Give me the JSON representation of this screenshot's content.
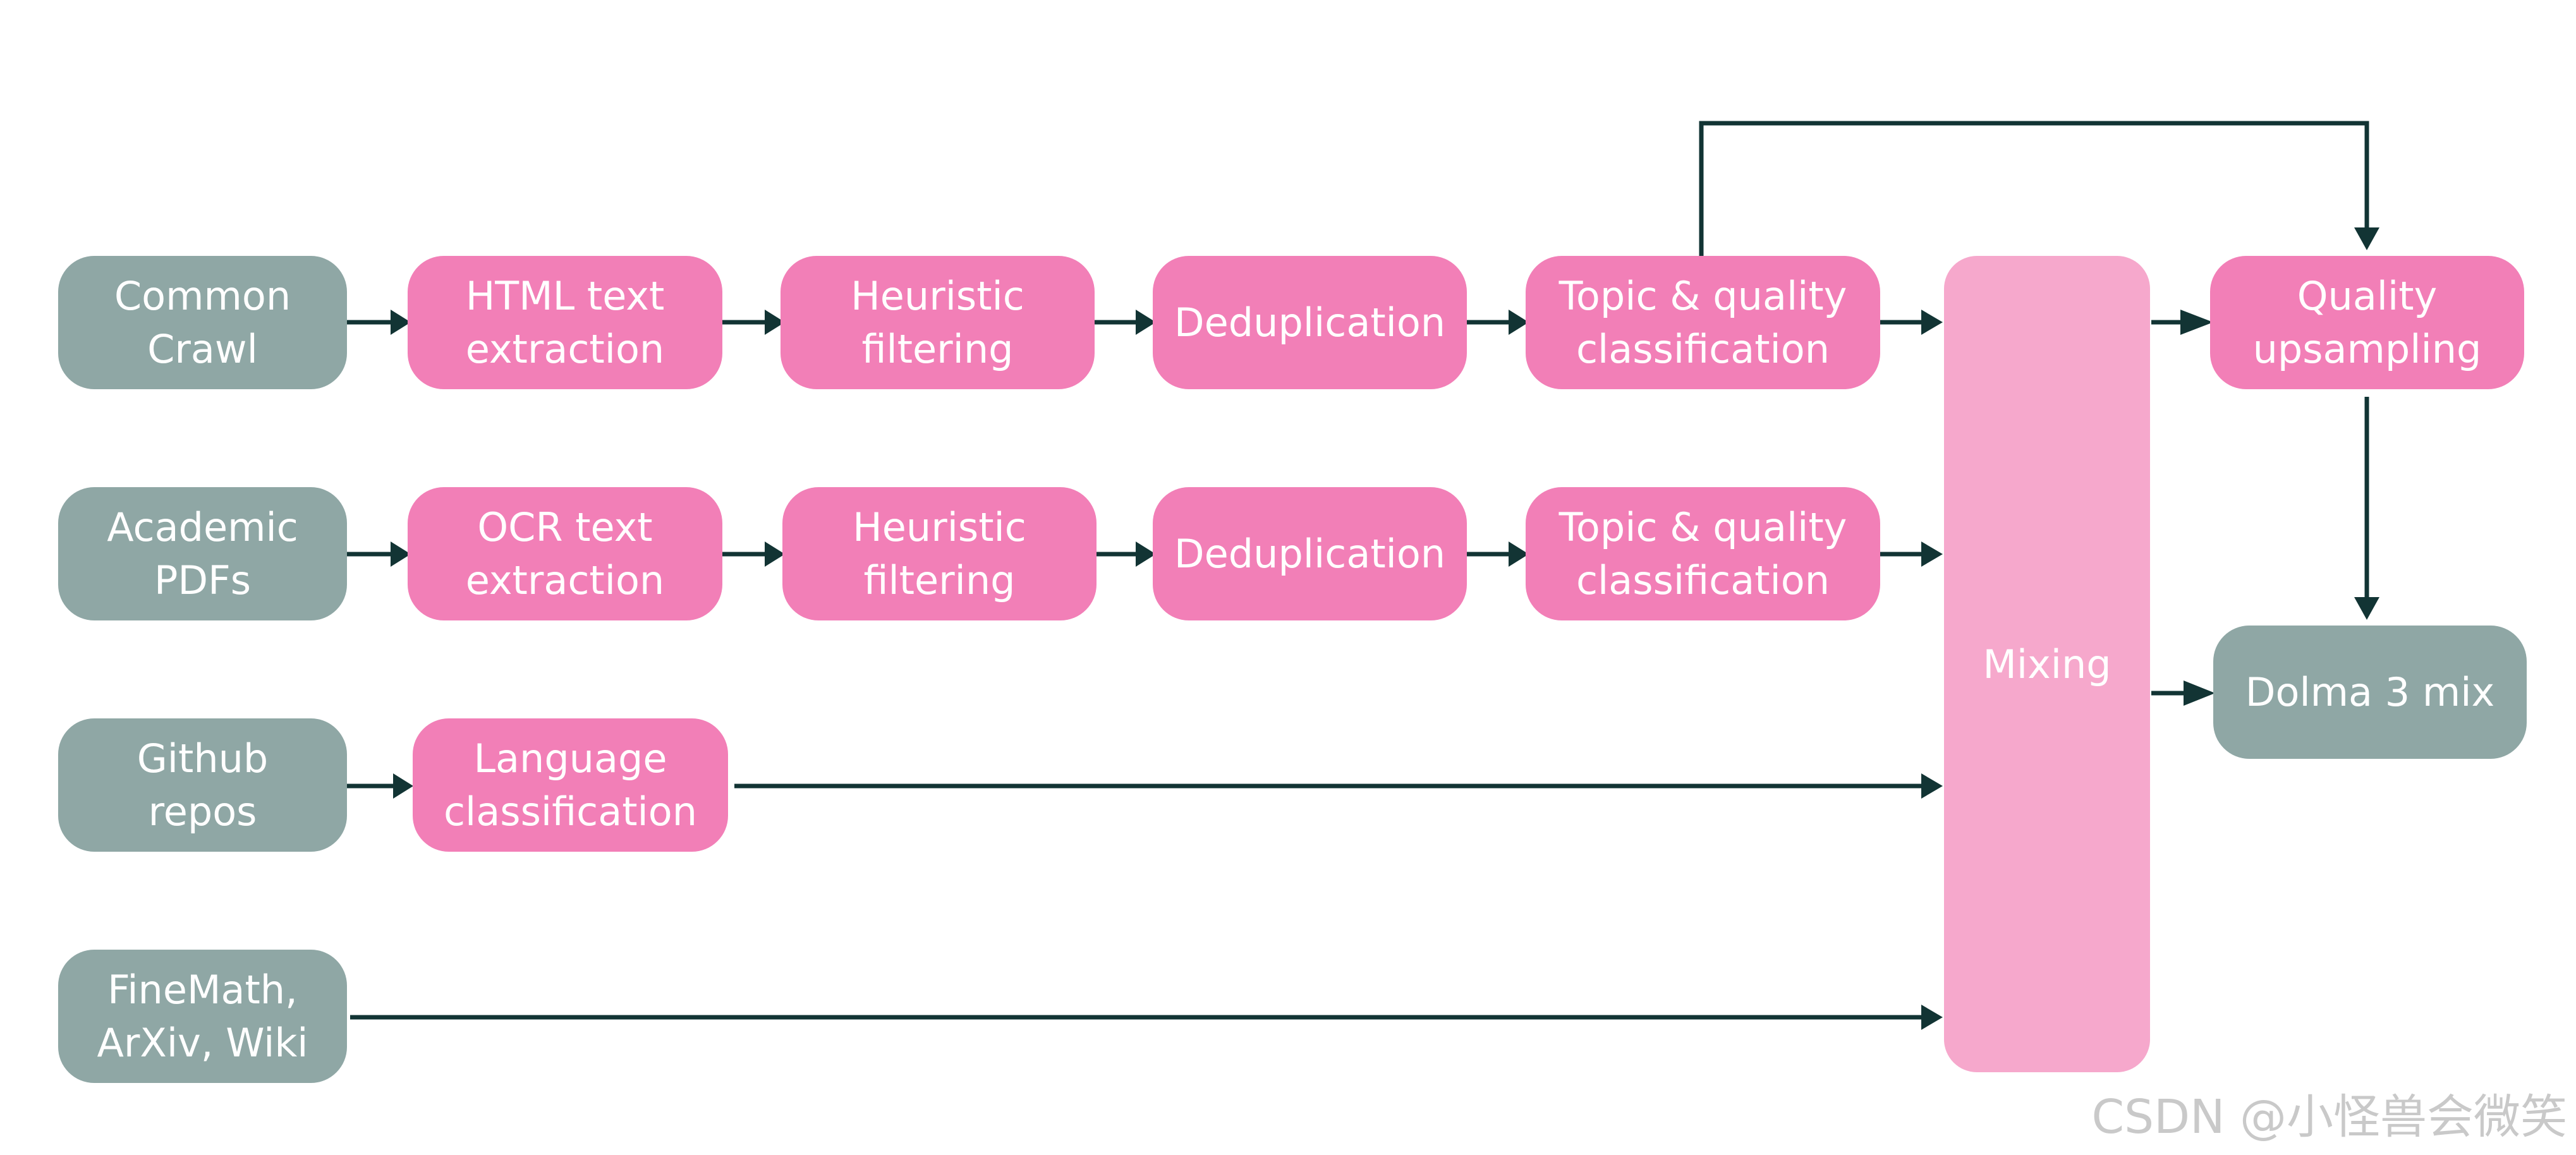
{
  "colors": {
    "source": "#8fa7a5",
    "process": "#f27fb7",
    "mixing": "#f6a8cc",
    "arrow": "#123434",
    "text": "#ffffff",
    "watermark": "#c9c9c9"
  },
  "rows": [
    {
      "source": "Common\nCrawl",
      "steps": [
        "HTML text\nextraction",
        "Heuristic\nfiltering",
        "Deduplication",
        "Topic & quality\nclassification"
      ]
    },
    {
      "source": "Academic\nPDFs",
      "steps": [
        "OCR text\nextraction",
        "Heuristic\nfiltering",
        "Deduplication",
        "Topic & quality\nclassification"
      ]
    },
    {
      "source": "Github\nrepos",
      "steps": [
        "Language\nclassification"
      ]
    },
    {
      "source": "FineMath,\nArXiv, Wiki",
      "steps": []
    }
  ],
  "mixing": "Mixing",
  "quality_upsampling": "Quality\nupsampling",
  "output": "Dolma 3 mix",
  "watermark": "CSDN @小怪兽会微笑"
}
